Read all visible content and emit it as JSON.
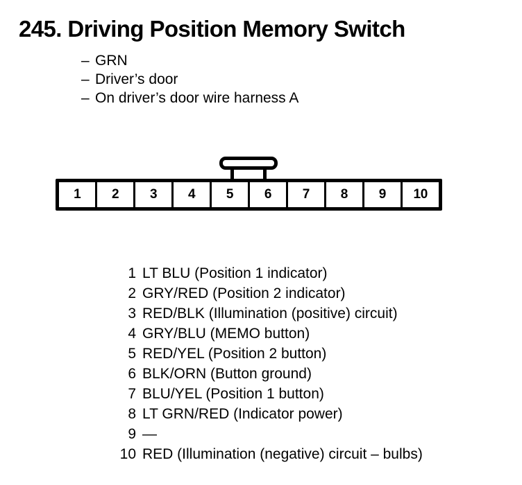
{
  "title": "245. Driving Position Memory Switch",
  "sub_items": [
    {
      "dash": "–",
      "text": "GRN"
    },
    {
      "dash": "–",
      "text": "Driver’s door"
    },
    {
      "dash": "–",
      "text": "On driver’s door wire harness A"
    }
  ],
  "connector": {
    "pin_labels": [
      "1",
      "2",
      "3",
      "4",
      "5",
      "6",
      "7",
      "8",
      "9",
      "10"
    ],
    "latch_position": "top-center-between-pin-5-and-6"
  },
  "pin_legend": [
    {
      "num": "1",
      "desc": "LT BLU (Position 1 indicator)"
    },
    {
      "num": "2",
      "desc": "GRY/RED (Position 2 indicator)"
    },
    {
      "num": "3",
      "desc": "RED/BLK (Illumination (positive) circuit)"
    },
    {
      "num": "4",
      "desc": "GRY/BLU (MEMO button)"
    },
    {
      "num": "5",
      "desc": "RED/YEL (Position 2 button)"
    },
    {
      "num": "6",
      "desc": "BLK/ORN (Button ground)"
    },
    {
      "num": "7",
      "desc": "BLU/YEL (Position 1 button)"
    },
    {
      "num": "8",
      "desc": "LT GRN/RED (Indicator power)"
    },
    {
      "num": "9",
      "desc": "—"
    },
    {
      "num": "10",
      "desc": "RED (Illumination (negative) circuit – bulbs)"
    }
  ],
  "colors": {
    "ink": "#000000",
    "background": "#ffffff"
  }
}
